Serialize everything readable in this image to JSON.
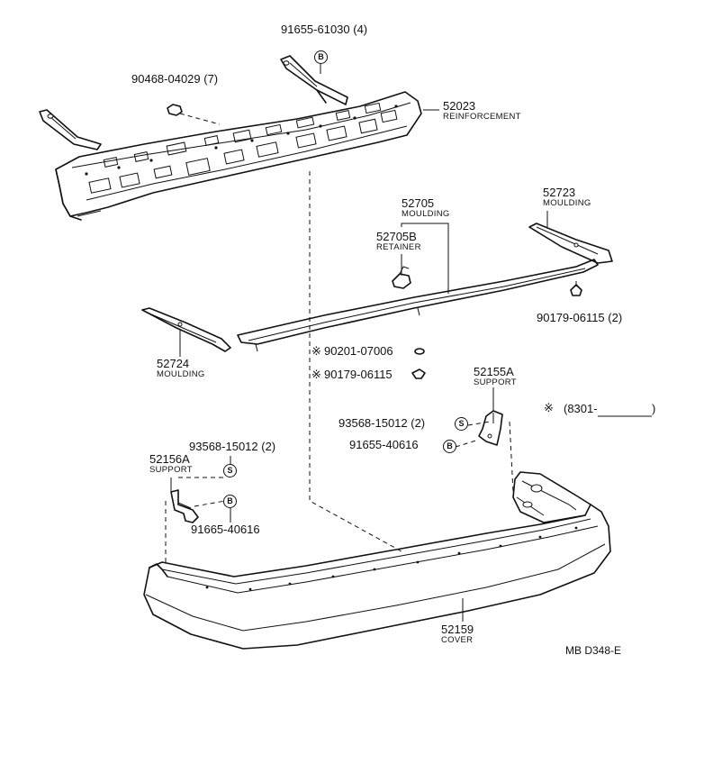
{
  "parts": {
    "p52023": {
      "number": "52023",
      "name": "REINFORCEMENT"
    },
    "p52705": {
      "number": "52705",
      "name": "MOULDING"
    },
    "p52705B": {
      "number": "52705B",
      "name": "RETAINER"
    },
    "p52723": {
      "number": "52723",
      "name": "MOULDING"
    },
    "p52724": {
      "number": "52724",
      "name": "MOULDING"
    },
    "p52155A": {
      "number": "52155A",
      "name": "SUPPORT"
    },
    "p52156A": {
      "number": "52156A",
      "name": "SUPPORT"
    },
    "p52159": {
      "number": "52159",
      "name": "COVER"
    }
  },
  "fasteners": {
    "f91655_61030": "91655-61030 (4)",
    "f90468_04029": "90468-04029 (7)",
    "f90179_06115_2": "90179-06115 (2)",
    "f90201_07006": "90201-07006",
    "f90179_06115": "90179-06115",
    "f93568_15012_right": "93568-15012 (2)",
    "f91655_40616": "91655-40616",
    "f93568_15012_left": "93568-15012 (2)",
    "f91665_40616": "91665-40616"
  },
  "markers": {
    "asterisk": "※",
    "symbol_b": "B",
    "symbol_s": "S"
  },
  "applicability_note": "(8301-",
  "applicability_close": ")",
  "diagram_code": "MB D348-E"
}
